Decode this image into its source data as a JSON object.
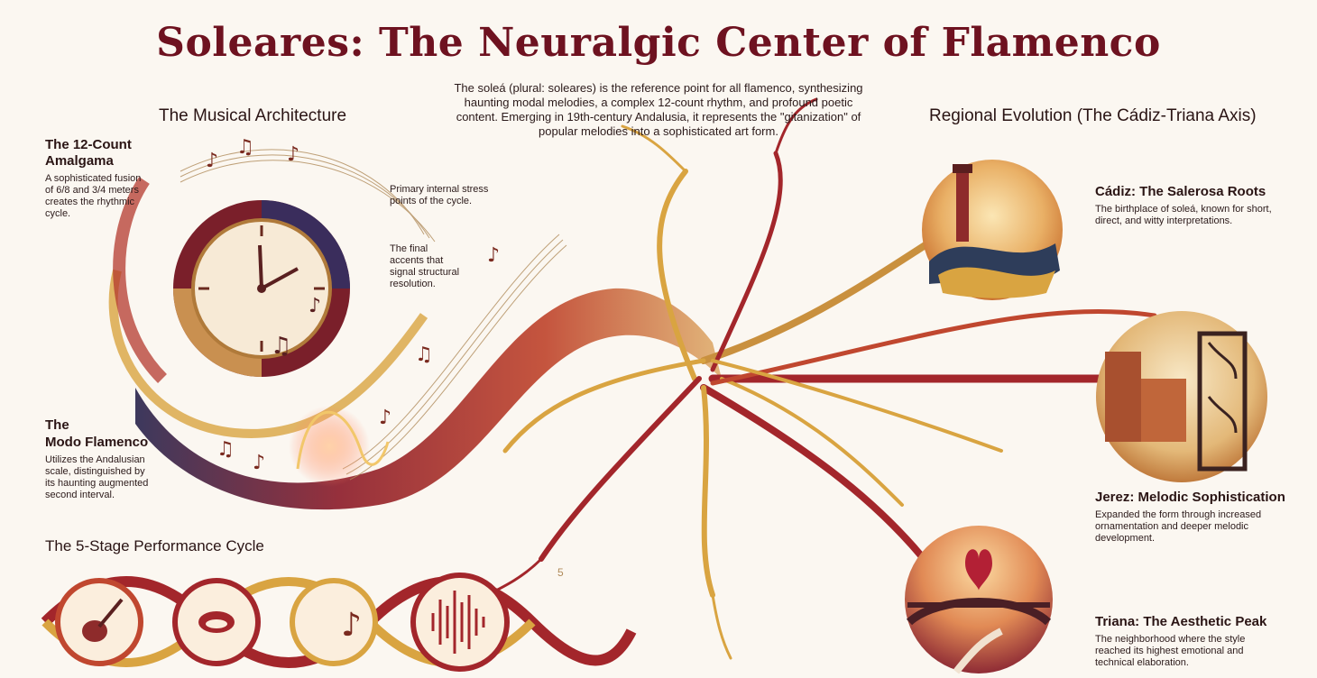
{
  "title": "Soleares: The Neuralgic Center of Flamenco",
  "intro": "The soleá (plural: soleares) is the reference point for all flamenco, synthesizing haunting modal melodies, a complex 12-count rhythm, and profound poetic content. Emerging in 19th-century Andalusia, it represents the \"gitanization\" of popular melodies into a sophisticated art form.",
  "musical": {
    "heading": "The Musical Architecture",
    "amalgama_title": "The 12-Count Amalgama",
    "amalgama_text": "A sophisticated fusion of 6/8 and 3/4 meters creates the rhythmic cycle.",
    "stress_text": "Primary internal stress points of the cycle.",
    "final_text": "The final accents that signal structural resolution.",
    "modo_title_1": "The",
    "modo_title_2": "Modo Flamenco",
    "modo_text": "Utilizes the Andalusian scale, distinguished by its haunting augmented second interval."
  },
  "cycle": {
    "heading": "The 5-Stage Performance Cycle",
    "stage_number": "5",
    "icons": [
      "guitar-icon",
      "mouth-icon",
      "music-note-icon",
      "sound-wave-icon"
    ]
  },
  "regional": {
    "heading": "Regional Evolution (The Cádiz-Triana Axis)",
    "cadiz_title": "Cádiz: The Salerosa Roots",
    "cadiz_text": "The birthplace of soleá, known for short, direct, and witty interpretations.",
    "jerez_title": "Jerez: Melodic Sophistication",
    "jerez_text": "Expanded the form through increased ornamentation and deeper melodic development.",
    "triana_title": "Triana: The Aesthetic Peak",
    "triana_text": "The neighborhood where the style reached its highest emotional and technical elaboration."
  },
  "colors": {
    "title": "#6e1220",
    "crimson": "#a3262b",
    "gold": "#d9a441",
    "navy": "#2c2850",
    "background": "#fbf7f1"
  }
}
